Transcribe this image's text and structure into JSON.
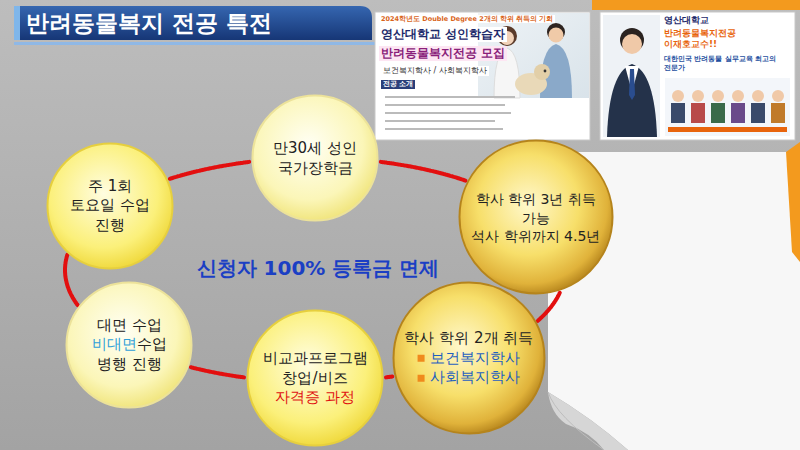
{
  "diagram": {
    "title": "반려동물복지 전공 특전",
    "nodes": [
      {
        "text": [
          "만30세 성인 국가장학금"
        ]
      },
      {
        "text": [
          "학사 학위 3년 취득 가능",
          "석사 학위까지 4.5년"
        ]
      },
      {
        "text": [
          "학사 학위 2개 취득",
          "보건복지학사",
          "사회복지학사"
        ]
      },
      {
        "text": [
          "비교과프로그램 창업/비즈",
          "자격증 과정"
        ]
      },
      {
        "text": [
          "대면 수업",
          "비대면",
          "수업",
          "병행 진행"
        ]
      },
      {
        "text": [
          "주 1회 토요일 수업 진행"
        ]
      }
    ],
    "edges": [
      {
        "from": 0,
        "to": 1,
        "arrow": "none"
      },
      {
        "from": 1,
        "to": 2,
        "arrow": "none"
      },
      {
        "from": 2,
        "to": 3,
        "arrow": "none"
      },
      {
        "from": 3,
        "to": 4,
        "arrow": "none"
      },
      {
        "from": 4,
        "to": 5,
        "arrow": "none"
      },
      {
        "from": 5,
        "to": 0,
        "arrow": "none"
      }
    ],
    "labels": [
      "신청자 100% 등록금 면제",
      "2024학년도 Double Degree 2개의 학위 취득의 기회",
      "영산대학교 성인학습자",
      "반려동물복지전공 모집",
      "보건복지학사 / 사회복지학사",
      "전공 소개",
      "영산대학교",
      "반려동물복지전공 이재호교수!!",
      "대한민국 반려동물 실무교육 최고의 전문가"
    ]
  }
}
